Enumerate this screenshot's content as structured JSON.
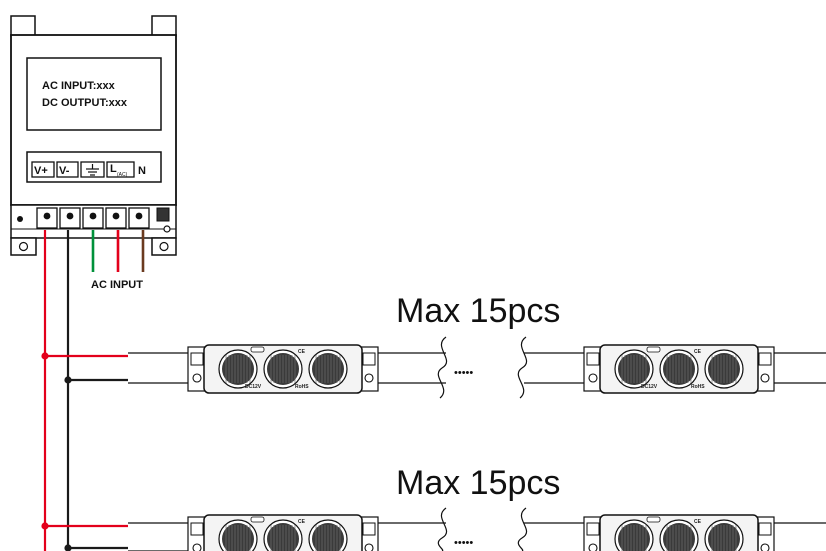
{
  "power_supply": {
    "label_line_1": "AC INPUT:xxx",
    "label_line_2": "DC OUTPUT:xxx",
    "terminals": [
      "V+",
      "V-",
      "⏚",
      "L",
      "N"
    ],
    "terminal_l_subscript": "(AC)",
    "ac_input_label": "AC INPUT"
  },
  "groups": [
    {
      "title": "Max 15pcs"
    },
    {
      "title": "Max 15pcs"
    }
  ],
  "module": {
    "voltage_label": "DC12V",
    "rohs_label": "RoHS",
    "ce_mark": "CE"
  },
  "ellipsis": "•••••",
  "colors": {
    "positive_wire": "#e3001b",
    "negative_wire": "#1a1a1a",
    "ground_wire": "#00913a",
    "line_wire": "#e3001b",
    "neutral_wire": "#6b3a1f",
    "outline": "#111111",
    "module_fill": "#f4f4f4",
    "lens_fill": "#3a3a3a"
  }
}
